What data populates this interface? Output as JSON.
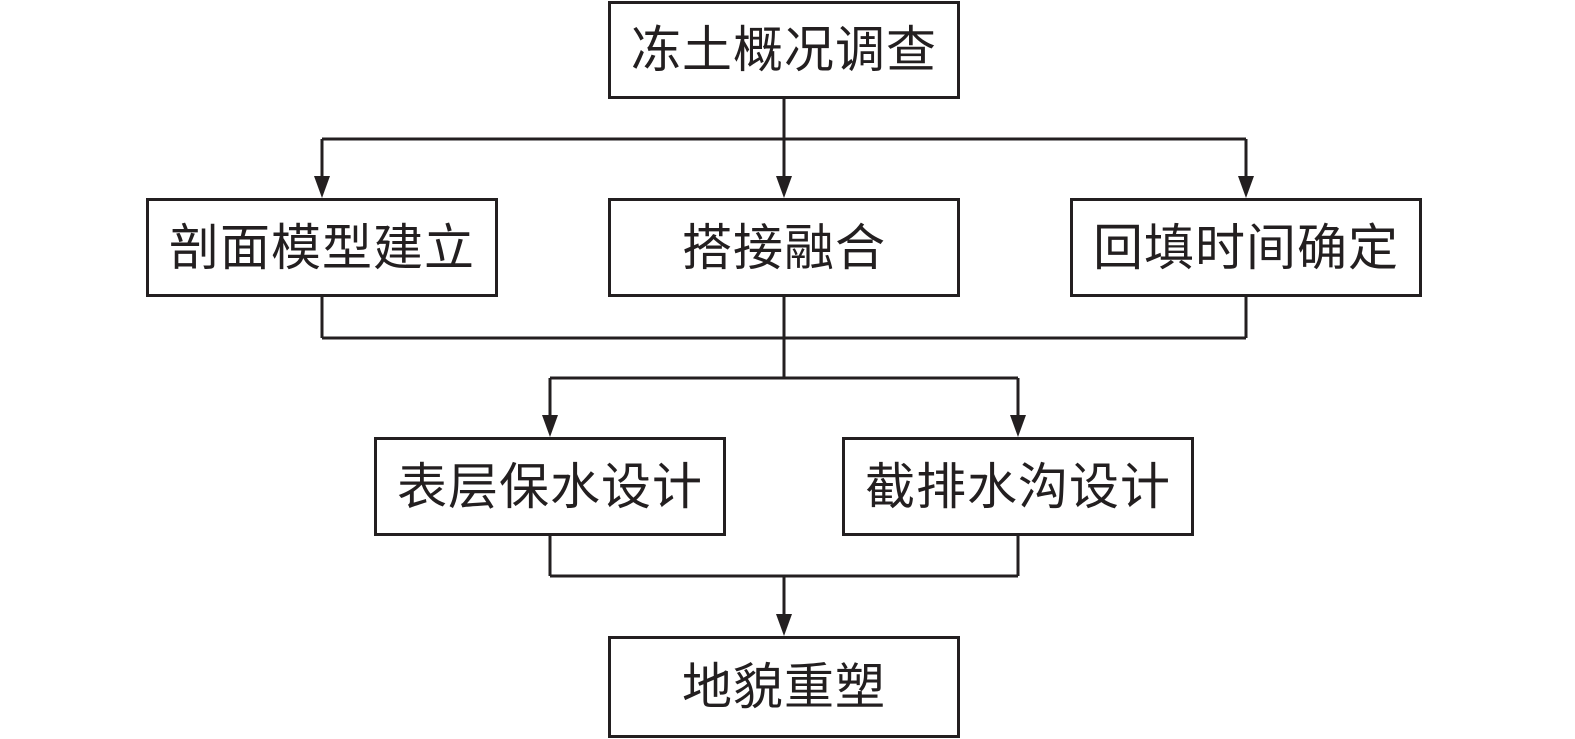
{
  "nodes": {
    "survey": "冻土概况调查",
    "profile_model": "剖面模型建立",
    "overlap_fusion": "搭接融合",
    "backfill_time": "回填时间确定",
    "surface_water_retention": "表层保水设计",
    "intercept_drainage": "截排水沟设计",
    "landform_reshaping": "地貌重塑"
  },
  "colors": {
    "stroke": "#231f20",
    "background": "#ffffff"
  }
}
